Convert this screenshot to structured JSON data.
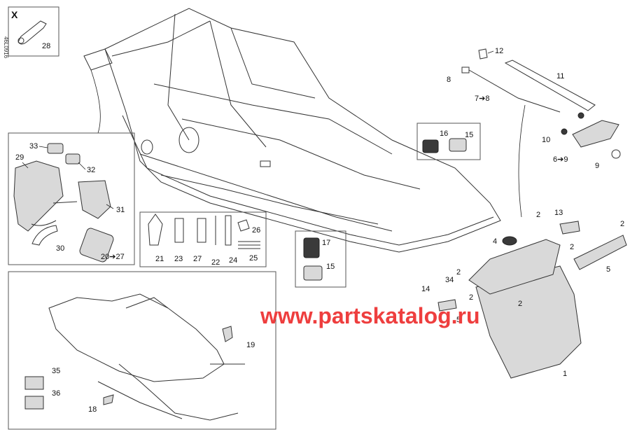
{
  "diagram": {
    "kit_label": "X",
    "side_code": "46L0916",
    "watermark": "www.partskatalog.ru",
    "callouts": {
      "c1": "1",
      "c2a": "2",
      "c2b": "2",
      "c2c": "2",
      "c2d": "2",
      "c2e": "2",
      "c2f": "2",
      "c4": "4",
      "c5a": "5",
      "c5b": "5",
      "c6": "6➔9",
      "c7": "7➔8",
      "c8": "8",
      "c9": "9",
      "c10": "10",
      "c11": "11",
      "c12": "12",
      "c13": "13",
      "c14": "14",
      "c15a": "15",
      "c15b": "15",
      "c16": "16",
      "c17": "17",
      "c18": "18",
      "c19": "19",
      "c20": "20➔27",
      "c21": "21",
      "c22": "22",
      "c23": "23",
      "c24": "24",
      "c25": "25",
      "c26": "26",
      "c27": "27",
      "c28": "28",
      "c29": "29",
      "c30": "30",
      "c31": "31",
      "c32": "32",
      "c33": "33",
      "c34": "34",
      "c35": "35",
      "c36": "36"
    }
  },
  "colors": {
    "watermark": "#ee3e3e",
    "line": "#333333",
    "fill": "#d9d9d9"
  }
}
